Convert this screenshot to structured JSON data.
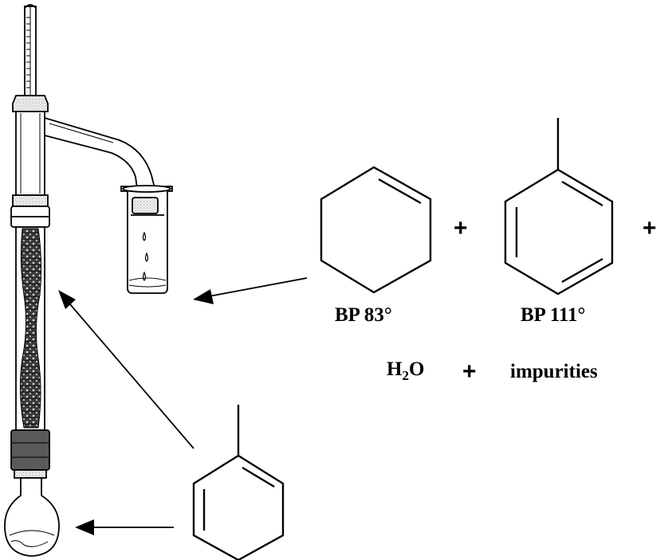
{
  "labels": {
    "bp_cyclohexene": "BP 83°",
    "bp_toluene": "BP 111°",
    "water_main": "H",
    "water_sub": "2",
    "water_tail": "O",
    "impurities": "impurities",
    "plus": "+"
  },
  "colors": {
    "ink": "#000000",
    "glass": "#ffffff",
    "packing": "#2b2b2b",
    "joint": "#d9d9d9",
    "clamp": "#555555",
    "liquid": "#e6e6e6"
  },
  "icons": [
    "fractional-distillation-apparatus-icon",
    "cyclohexene-structure-icon",
    "toluene-structure-icon"
  ]
}
